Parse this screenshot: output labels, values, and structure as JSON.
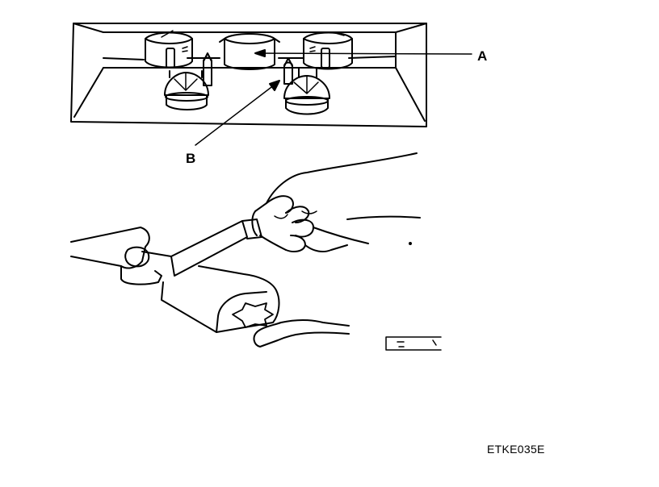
{
  "callouts": {
    "a": "A",
    "b": "B"
  },
  "figure_code": "ETKE035E",
  "stroke_color": "#000000",
  "background_color": "#ffffff"
}
